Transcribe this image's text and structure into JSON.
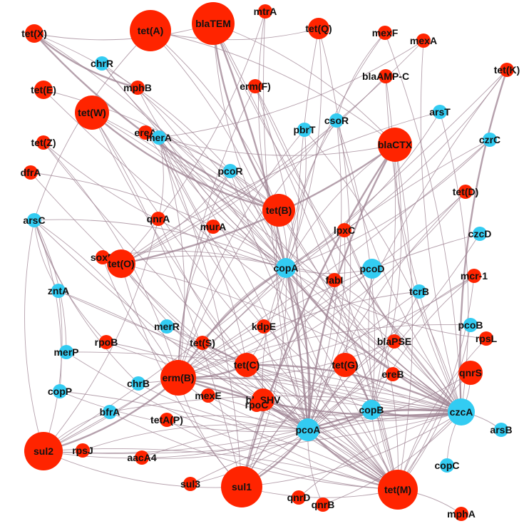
{
  "colors": {
    "arg": "#ff2400",
    "mrg": "#33ccf2",
    "edge": "#9c8090"
  },
  "nodes": [
    {
      "id": "tet(X)",
      "label": "tet(X)",
      "type": "arg",
      "size": "medium"
    },
    {
      "id": "tet(A)",
      "label": "tet(A)",
      "type": "arg",
      "size": "large"
    },
    {
      "id": "blaTEM",
      "label": "blaTEM",
      "type": "arg",
      "size": "large"
    },
    {
      "id": "mtrA",
      "label": "mtrA",
      "type": "arg",
      "size": "small"
    },
    {
      "id": "tet(Q)",
      "label": "tet(Q)",
      "type": "arg",
      "size": "medium"
    },
    {
      "id": "mexF",
      "label": "mexF",
      "type": "arg",
      "size": "small"
    },
    {
      "id": "mexA",
      "label": "mexA",
      "type": "arg",
      "size": "small"
    },
    {
      "id": "chrR",
      "label": "chrR",
      "type": "mrg",
      "size": "small"
    },
    {
      "id": "tet(K)",
      "label": "tet(K)",
      "type": "arg",
      "size": "small"
    },
    {
      "id": "tet(E)",
      "label": "tet(E)",
      "type": "arg",
      "size": "medium"
    },
    {
      "id": "mphB",
      "label": "mphB",
      "type": "arg",
      "size": "small"
    },
    {
      "id": "erm(F)",
      "label": "erm(F)",
      "type": "arg",
      "size": "small"
    },
    {
      "id": "blaAMP-C",
      "label": "blaAMP-C",
      "type": "arg",
      "size": "small"
    },
    {
      "id": "tet(W)",
      "label": "tet(W)",
      "type": "arg",
      "size": "large"
    },
    {
      "id": "csoR",
      "label": "csoR",
      "type": "mrg",
      "size": "small"
    },
    {
      "id": "arsT",
      "label": "arsT",
      "type": "mrg",
      "size": "small"
    },
    {
      "id": "tet(Z)",
      "label": "tet(Z)",
      "type": "arg",
      "size": "small"
    },
    {
      "id": "ereA",
      "label": "ereA",
      "type": "arg",
      "size": "small"
    },
    {
      "id": "merA",
      "label": "merA",
      "type": "mrg",
      "size": "small"
    },
    {
      "id": "pbrT",
      "label": "pbrT",
      "type": "mrg",
      "size": "small"
    },
    {
      "id": "blaCTX",
      "label": "blaCTX",
      "type": "arg",
      "size": "large"
    },
    {
      "id": "czrC",
      "label": "czrC",
      "type": "mrg",
      "size": "small"
    },
    {
      "id": "dfrA",
      "label": "dfrA",
      "type": "arg",
      "size": "small"
    },
    {
      "id": "pcoR",
      "label": "pcoR",
      "type": "mrg",
      "size": "small"
    },
    {
      "id": "tet(D)",
      "label": "tet(D)",
      "type": "arg",
      "size": "small"
    },
    {
      "id": "tet(B)",
      "label": "tet(B)",
      "type": "arg",
      "size": "large"
    },
    {
      "id": "arsC",
      "label": "arsC",
      "type": "mrg",
      "size": "small"
    },
    {
      "id": "qnrA",
      "label": "qnrA",
      "type": "arg",
      "size": "small"
    },
    {
      "id": "murA",
      "label": "murA",
      "type": "arg",
      "size": "small"
    },
    {
      "id": "lpxC",
      "label": "lpxC",
      "type": "arg",
      "size": "small"
    },
    {
      "id": "czcD",
      "label": "czcD",
      "type": "mrg",
      "size": "small"
    },
    {
      "id": "soxR",
      "label": "soxR",
      "type": "arg",
      "size": "small"
    },
    {
      "id": "tet(O)",
      "label": "tet(O)",
      "type": "arg",
      "size": "large"
    },
    {
      "id": "copA",
      "label": "copA",
      "type": "mrg",
      "size": "medium"
    },
    {
      "id": "pcoD",
      "label": "pcoD",
      "type": "mrg",
      "size": "medium"
    },
    {
      "id": "fabI",
      "label": "fabI",
      "type": "arg",
      "size": "small"
    },
    {
      "id": "mcr-1",
      "label": "mcr-1",
      "type": "arg",
      "size": "small"
    },
    {
      "id": "zntA",
      "label": "zntA",
      "type": "mrg",
      "size": "small"
    },
    {
      "id": "tcrB",
      "label": "tcrB",
      "type": "mrg",
      "size": "small"
    },
    {
      "id": "pcoB",
      "label": "pcoB",
      "type": "mrg",
      "size": "small"
    },
    {
      "id": "merR",
      "label": "merR",
      "type": "mrg",
      "size": "small"
    },
    {
      "id": "kdpE",
      "label": "kdpE",
      "type": "arg",
      "size": "small"
    },
    {
      "id": "rpsL",
      "label": "rpsL",
      "type": "arg",
      "size": "small"
    },
    {
      "id": "rpoB",
      "label": "rpoB",
      "type": "arg",
      "size": "small"
    },
    {
      "id": "tet(S)",
      "label": "tet(S)",
      "type": "arg",
      "size": "small"
    },
    {
      "id": "blaPSE",
      "label": "blaPSE",
      "type": "arg",
      "size": "small"
    },
    {
      "id": "merP",
      "label": "merP",
      "type": "mrg",
      "size": "small"
    },
    {
      "id": "tet(C)",
      "label": "tet(C)",
      "type": "arg",
      "size": "medium"
    },
    {
      "id": "tet(G)",
      "label": "tet(G)",
      "type": "arg",
      "size": "medium"
    },
    {
      "id": "ereB",
      "label": "ereB",
      "type": "arg",
      "size": "small"
    },
    {
      "id": "qnrS",
      "label": "qnrS",
      "type": "arg",
      "size": "medium"
    },
    {
      "id": "erm(B)",
      "label": "erm(B)",
      "type": "arg",
      "size": "large"
    },
    {
      "id": "chrB",
      "label": "chrB",
      "type": "mrg",
      "size": "small"
    },
    {
      "id": "mexE",
      "label": "mexE",
      "type": "arg",
      "size": "small"
    },
    {
      "id": "blaSHV",
      "label": "blaSHV",
      "type": "arg",
      "size": "medium"
    },
    {
      "id": "copB",
      "label": "copB",
      "type": "mrg",
      "size": "medium"
    },
    {
      "id": "czcA",
      "label": "czcA",
      "type": "mrg",
      "size": "large"
    },
    {
      "id": "copP",
      "label": "copP",
      "type": "mrg",
      "size": "small"
    },
    {
      "id": "bfrA",
      "label": "bfrA",
      "type": "mrg",
      "size": "small"
    },
    {
      "id": "rpoC",
      "label": "rpoC",
      "type": "arg",
      "size": "small"
    },
    {
      "id": "tetA(P)",
      "label": "tetA(P)",
      "type": "arg",
      "size": "small"
    },
    {
      "id": "pcoA",
      "label": "pcoA",
      "type": "mrg",
      "size": "medium"
    },
    {
      "id": "arsB",
      "label": "arsB",
      "type": "mrg",
      "size": "small"
    },
    {
      "id": "sul2",
      "label": "sul2",
      "type": "arg",
      "size": "large"
    },
    {
      "id": "rpsJ",
      "label": "rpsJ",
      "type": "arg",
      "size": "small"
    },
    {
      "id": "aacA4",
      "label": "aacA4",
      "type": "arg",
      "size": "small"
    },
    {
      "id": "copC",
      "label": "copC",
      "type": "mrg",
      "size": "small"
    },
    {
      "id": "sul3",
      "label": "sul3",
      "type": "arg",
      "size": "small"
    },
    {
      "id": "sul1",
      "label": "sul1",
      "type": "arg",
      "size": "large"
    },
    {
      "id": "qnrD",
      "label": "qnrD",
      "type": "arg",
      "size": "small"
    },
    {
      "id": "qnrB",
      "label": "qnrB",
      "type": "arg",
      "size": "small"
    },
    {
      "id": "tet(M)",
      "label": "tet(M)",
      "type": "arg",
      "size": "large"
    },
    {
      "id": "mphA",
      "label": "mphA",
      "type": "arg",
      "size": "small"
    }
  ],
  "edges": [
    [
      "tet(X)",
      "mphB",
      2
    ],
    [
      "tet(X)",
      "copA",
      1
    ],
    [
      "tet(X)",
      "blaTEM",
      1
    ],
    [
      "tet(X)",
      "pcoR",
      1
    ],
    [
      "tet(X)",
      "tet(B)",
      2
    ],
    [
      "tet(A)",
      "tet(B)",
      1
    ],
    [
      "tet(A)",
      "arsC",
      1
    ],
    [
      "tet(A)",
      "blaCTX",
      1
    ],
    [
      "tet(A)",
      "tet(Q)",
      1
    ],
    [
      "tet(A)",
      "copA",
      1
    ],
    [
      "blaTEM",
      "tet(B)",
      2
    ],
    [
      "blaTEM",
      "pcoA",
      2
    ],
    [
      "blaTEM",
      "czcA",
      1
    ],
    [
      "blaTEM",
      "blaCTX",
      1
    ],
    [
      "blaTEM",
      "copA",
      1
    ],
    [
      "blaTEM",
      "tet(M)",
      1
    ],
    [
      "mtrA",
      "pcoA",
      1
    ],
    [
      "mtrA",
      "tet(O)",
      1
    ],
    [
      "mtrA",
      "copA",
      1
    ],
    [
      "tet(Q)",
      "copA",
      1
    ],
    [
      "tet(Q)",
      "pcoA",
      1
    ],
    [
      "tet(Q)",
      "tet(G)",
      1
    ],
    [
      "mexF",
      "copA",
      1
    ],
    [
      "mexF",
      "czcA",
      1
    ],
    [
      "mexF",
      "csoR",
      1
    ],
    [
      "mexA",
      "merA",
      1
    ],
    [
      "mexA",
      "czcA",
      1
    ],
    [
      "mexA",
      "tet(O)",
      1
    ],
    [
      "chrR",
      "tet(B)",
      1
    ],
    [
      "chrR",
      "copA",
      1
    ],
    [
      "chrR",
      "czcA",
      1
    ],
    [
      "tet(K)",
      "sul2",
      1
    ],
    [
      "tet(K)",
      "czcA",
      2
    ],
    [
      "tet(K)",
      "copA",
      1
    ],
    [
      "tet(K)",
      "pcoA",
      1
    ],
    [
      "tet(E)",
      "tet(B)",
      1
    ],
    [
      "tet(E)",
      "czcA",
      1
    ],
    [
      "mphB",
      "tet(M)",
      1
    ],
    [
      "mphB",
      "copA",
      1
    ],
    [
      "erm(F)",
      "tet(M)",
      1
    ],
    [
      "erm(F)",
      "czcA",
      1
    ],
    [
      "erm(F)",
      "pcoA",
      1
    ],
    [
      "erm(F)",
      "erm(B)",
      1
    ],
    [
      "blaAMP-C",
      "copB",
      1
    ],
    [
      "blaAMP-C",
      "czcA",
      1
    ],
    [
      "blaAMP-C",
      "tet(O)",
      1
    ],
    [
      "tet(W)",
      "tet(B)",
      2
    ],
    [
      "tet(W)",
      "copA",
      1
    ],
    [
      "tet(W)",
      "pcoA",
      1
    ],
    [
      "tet(W)",
      "czcA",
      1
    ],
    [
      "tet(W)",
      "tet(M)",
      1
    ],
    [
      "tet(W)",
      "sul1",
      1
    ],
    [
      "csoR",
      "copA",
      1
    ],
    [
      "csoR",
      "pcoA",
      1
    ],
    [
      "csoR",
      "czcA",
      1
    ],
    [
      "csoR",
      "copB",
      1
    ],
    [
      "csoR",
      "erm(B)",
      1
    ],
    [
      "arsT",
      "copA",
      1
    ],
    [
      "arsT",
      "tet(O)",
      1
    ],
    [
      "arsT",
      "czcA",
      1
    ],
    [
      "tet(Z)",
      "copA",
      1
    ],
    [
      "tet(Z)",
      "erm(B)",
      1
    ],
    [
      "tet(Z)",
      "tet(M)",
      1
    ],
    [
      "ereA",
      "tet(C)",
      1
    ],
    [
      "ereA",
      "tet(B)",
      1
    ],
    [
      "merA",
      "erm(B)",
      1
    ],
    [
      "merA",
      "tet(M)",
      1
    ],
    [
      "merA",
      "pcoA",
      1
    ],
    [
      "merA",
      "copA",
      1
    ],
    [
      "merA",
      "sul1",
      1
    ],
    [
      "merA",
      "czcA",
      1
    ],
    [
      "merA",
      "tet(B)",
      1
    ],
    [
      "merA",
      "blaCTX",
      1
    ],
    [
      "merA",
      "qnrA",
      1
    ],
    [
      "merA",
      "kdpE",
      1
    ],
    [
      "pbrT",
      "copA",
      1
    ],
    [
      "pbrT",
      "erm(B)",
      1
    ],
    [
      "pbrT",
      "czcA",
      1
    ],
    [
      "blaCTX",
      "pcoA",
      2
    ],
    [
      "blaCTX",
      "tet(O)",
      2
    ],
    [
      "blaCTX",
      "czcA",
      1
    ],
    [
      "blaCTX",
      "copB",
      1
    ],
    [
      "blaCTX",
      "sul1",
      2
    ],
    [
      "blaCTX",
      "tet(M)",
      1
    ],
    [
      "blaCTX",
      "copA",
      1
    ],
    [
      "czrC",
      "sul2",
      1
    ],
    [
      "czrC",
      "erm(B)",
      1
    ],
    [
      "czrC",
      "copA",
      1
    ],
    [
      "dfrA",
      "tet(M)",
      1
    ],
    [
      "dfrA",
      "copA",
      1
    ],
    [
      "pcoR",
      "tet(M)",
      1
    ],
    [
      "pcoR",
      "copA",
      1
    ],
    [
      "pcoR",
      "czcA",
      1
    ],
    [
      "pcoR",
      "tet(O)",
      1
    ],
    [
      "pcoR",
      "erm(B)",
      1
    ],
    [
      "tet(D)",
      "tet(C)",
      1
    ],
    [
      "tet(D)",
      "pcoA",
      1
    ],
    [
      "tet(D)",
      "erm(B)",
      1
    ],
    [
      "tet(B)",
      "pcoA",
      1
    ],
    [
      "tet(B)",
      "copA",
      1
    ],
    [
      "tet(B)",
      "czcA",
      1
    ],
    [
      "tet(B)",
      "tet(M)",
      1
    ],
    [
      "arsC",
      "zntA",
      1
    ],
    [
      "arsC",
      "copP",
      1
    ],
    [
      "arsC",
      "rpoB",
      1
    ],
    [
      "arsC",
      "erm(B)",
      1
    ],
    [
      "arsC",
      "sul2",
      1
    ],
    [
      "arsC",
      "merP",
      1
    ],
    [
      "arsC",
      "chrB",
      1
    ],
    [
      "arsC",
      "copA",
      1
    ],
    [
      "arsC",
      "tet(M)",
      1
    ],
    [
      "qnrA",
      "sul2",
      1
    ],
    [
      "qnrA",
      "pcoA",
      1
    ],
    [
      "murA",
      "copA",
      1
    ],
    [
      "murA",
      "erm(B)",
      1
    ],
    [
      "lpxC",
      "pcoA",
      1
    ],
    [
      "lpxC",
      "czcA",
      1
    ],
    [
      "lpxC",
      "tet(M)",
      1
    ],
    [
      "czcD",
      "erm(B)",
      1
    ],
    [
      "czcD",
      "sul1",
      1
    ],
    [
      "soxR",
      "erm(B)",
      1
    ],
    [
      "soxR",
      "copA",
      1
    ],
    [
      "tet(O)",
      "pcoA",
      1
    ],
    [
      "tet(O)",
      "czcA",
      1
    ],
    [
      "tet(O)",
      "tet(M)",
      1
    ],
    [
      "tet(O)",
      "copA",
      1
    ],
    [
      "tet(O)",
      "sul1",
      1
    ],
    [
      "copA",
      "pcoA",
      2
    ],
    [
      "copA",
      "erm(B)",
      2
    ],
    [
      "copA",
      "sul1",
      1
    ],
    [
      "copA",
      "tet(M)",
      1
    ],
    [
      "copA",
      "sul2",
      1
    ],
    [
      "copA",
      "czcA",
      2
    ],
    [
      "copA",
      "tet(C)",
      1
    ],
    [
      "copA",
      "blaSHV",
      1
    ],
    [
      "copA",
      "copB",
      1
    ],
    [
      "copA",
      "tet(S)",
      1
    ],
    [
      "copA",
      "fabI",
      1
    ],
    [
      "copA",
      "pcoD",
      1
    ],
    [
      "pcoD",
      "erm(B)",
      1
    ],
    [
      "pcoD",
      "tet(M)",
      1
    ],
    [
      "fabI",
      "czcA",
      1
    ],
    [
      "fabI",
      "sul1",
      1
    ],
    [
      "mcr-1",
      "tet(C)",
      1
    ],
    [
      "mcr-1",
      "copB",
      1
    ],
    [
      "mcr-1",
      "tet(M)",
      1
    ],
    [
      "mcr-1",
      "pcoA",
      1
    ],
    [
      "zntA",
      "tet(M)",
      1
    ],
    [
      "zntA",
      "czcA",
      1
    ],
    [
      "zntA",
      "sul2",
      1
    ],
    [
      "tcrB",
      "erm(B)",
      1
    ],
    [
      "tcrB",
      "pcoA",
      1
    ],
    [
      "tcrB",
      "sul1",
      1
    ],
    [
      "pcoB",
      "tet(M)",
      1
    ],
    [
      "pcoB",
      "erm(B)",
      1
    ],
    [
      "merR",
      "tet(M)",
      1
    ],
    [
      "merR",
      "czcA",
      1
    ],
    [
      "kdpE",
      "tet(M)",
      1
    ],
    [
      "kdpE",
      "pcoA",
      1
    ],
    [
      "rpsL",
      "copA",
      1
    ],
    [
      "rpsL",
      "tet(M)",
      1
    ],
    [
      "rpoB",
      "pcoA",
      1
    ],
    [
      "rpoB",
      "czcA",
      1
    ],
    [
      "tet(S)",
      "tet(M)",
      1
    ],
    [
      "tet(S)",
      "czcA",
      1
    ],
    [
      "blaPSE",
      "erm(B)",
      1
    ],
    [
      "blaPSE",
      "pcoA",
      1
    ],
    [
      "merP",
      "czcA",
      1
    ],
    [
      "merP",
      "tet(M)",
      1
    ],
    [
      "tet(C)",
      "czcA",
      2
    ],
    [
      "tet(C)",
      "tet(M)",
      1
    ],
    [
      "tet(C)",
      "erm(B)",
      2
    ],
    [
      "tet(C)",
      "pcoA",
      1
    ],
    [
      "tet(G)",
      "copB",
      2
    ],
    [
      "tet(G)",
      "czcA",
      1
    ],
    [
      "tet(G)",
      "pcoA",
      1
    ],
    [
      "tet(G)",
      "sul1",
      1
    ],
    [
      "ereB",
      "czcA",
      1
    ],
    [
      "ereB",
      "pcoA",
      1
    ],
    [
      "qnrS",
      "czcA",
      1
    ],
    [
      "qnrS",
      "tet(M)",
      1
    ],
    [
      "qnrS",
      "pcoA",
      1
    ],
    [
      "erm(B)",
      "czcA",
      2
    ],
    [
      "erm(B)",
      "sul2",
      2
    ],
    [
      "erm(B)",
      "tet(M)",
      1
    ],
    [
      "erm(B)",
      "pcoA",
      2
    ],
    [
      "erm(B)",
      "sul1",
      1
    ],
    [
      "erm(B)",
      "copB",
      1
    ],
    [
      "chrB",
      "pcoA",
      1
    ],
    [
      "chrB",
      "czcA",
      1
    ],
    [
      "mexE",
      "pcoA",
      1
    ],
    [
      "mexE",
      "tet(M)",
      1
    ],
    [
      "blaSHV",
      "czcA",
      1
    ],
    [
      "blaSHV",
      "tet(M)",
      1
    ],
    [
      "copB",
      "czcA",
      2
    ],
    [
      "copB",
      "pcoA",
      2
    ],
    [
      "copB",
      "tet(M)",
      1
    ],
    [
      "copB",
      "sul2",
      1
    ],
    [
      "czcA",
      "pcoA",
      2
    ],
    [
      "czcA",
      "sul1",
      1
    ],
    [
      "czcA",
      "tet(M)",
      1
    ],
    [
      "czcA",
      "arsB",
      1
    ],
    [
      "czcA",
      "copC",
      1
    ],
    [
      "czcA",
      "sul2",
      1
    ],
    [
      "copP",
      "pcoA",
      1
    ],
    [
      "copP",
      "tet(M)",
      1
    ],
    [
      "bfrA",
      "tet(M)",
      1
    ],
    [
      "bfrA",
      "czcA",
      1
    ],
    [
      "bfrA",
      "sul2",
      1
    ],
    [
      "rpoC",
      "tet(M)",
      1
    ],
    [
      "rpoC",
      "czcA",
      1
    ],
    [
      "tetA(P)",
      "pcoA",
      1
    ],
    [
      "tetA(P)",
      "tet(M)",
      1
    ],
    [
      "pcoA",
      "sul1",
      2
    ],
    [
      "pcoA",
      "tet(M)",
      2
    ],
    [
      "pcoA",
      "sul2",
      1
    ],
    [
      "pcoA",
      "qnrB",
      1
    ],
    [
      "sul2",
      "tet(M)",
      1
    ],
    [
      "sul2",
      "sul1",
      1
    ],
    [
      "rpsJ",
      "pcoA",
      1
    ],
    [
      "aacA4",
      "pcoA",
      1
    ],
    [
      "aacA4",
      "czcA",
      1
    ],
    [
      "sul3",
      "pcoA",
      1
    ],
    [
      "sul3",
      "czcA",
      1
    ],
    [
      "sul1",
      "tet(M)",
      1
    ],
    [
      "qnrD",
      "czcA",
      1
    ],
    [
      "qnrB",
      "czcA",
      1
    ],
    [
      "tet(M)",
      "mphA",
      1
    ]
  ]
}
